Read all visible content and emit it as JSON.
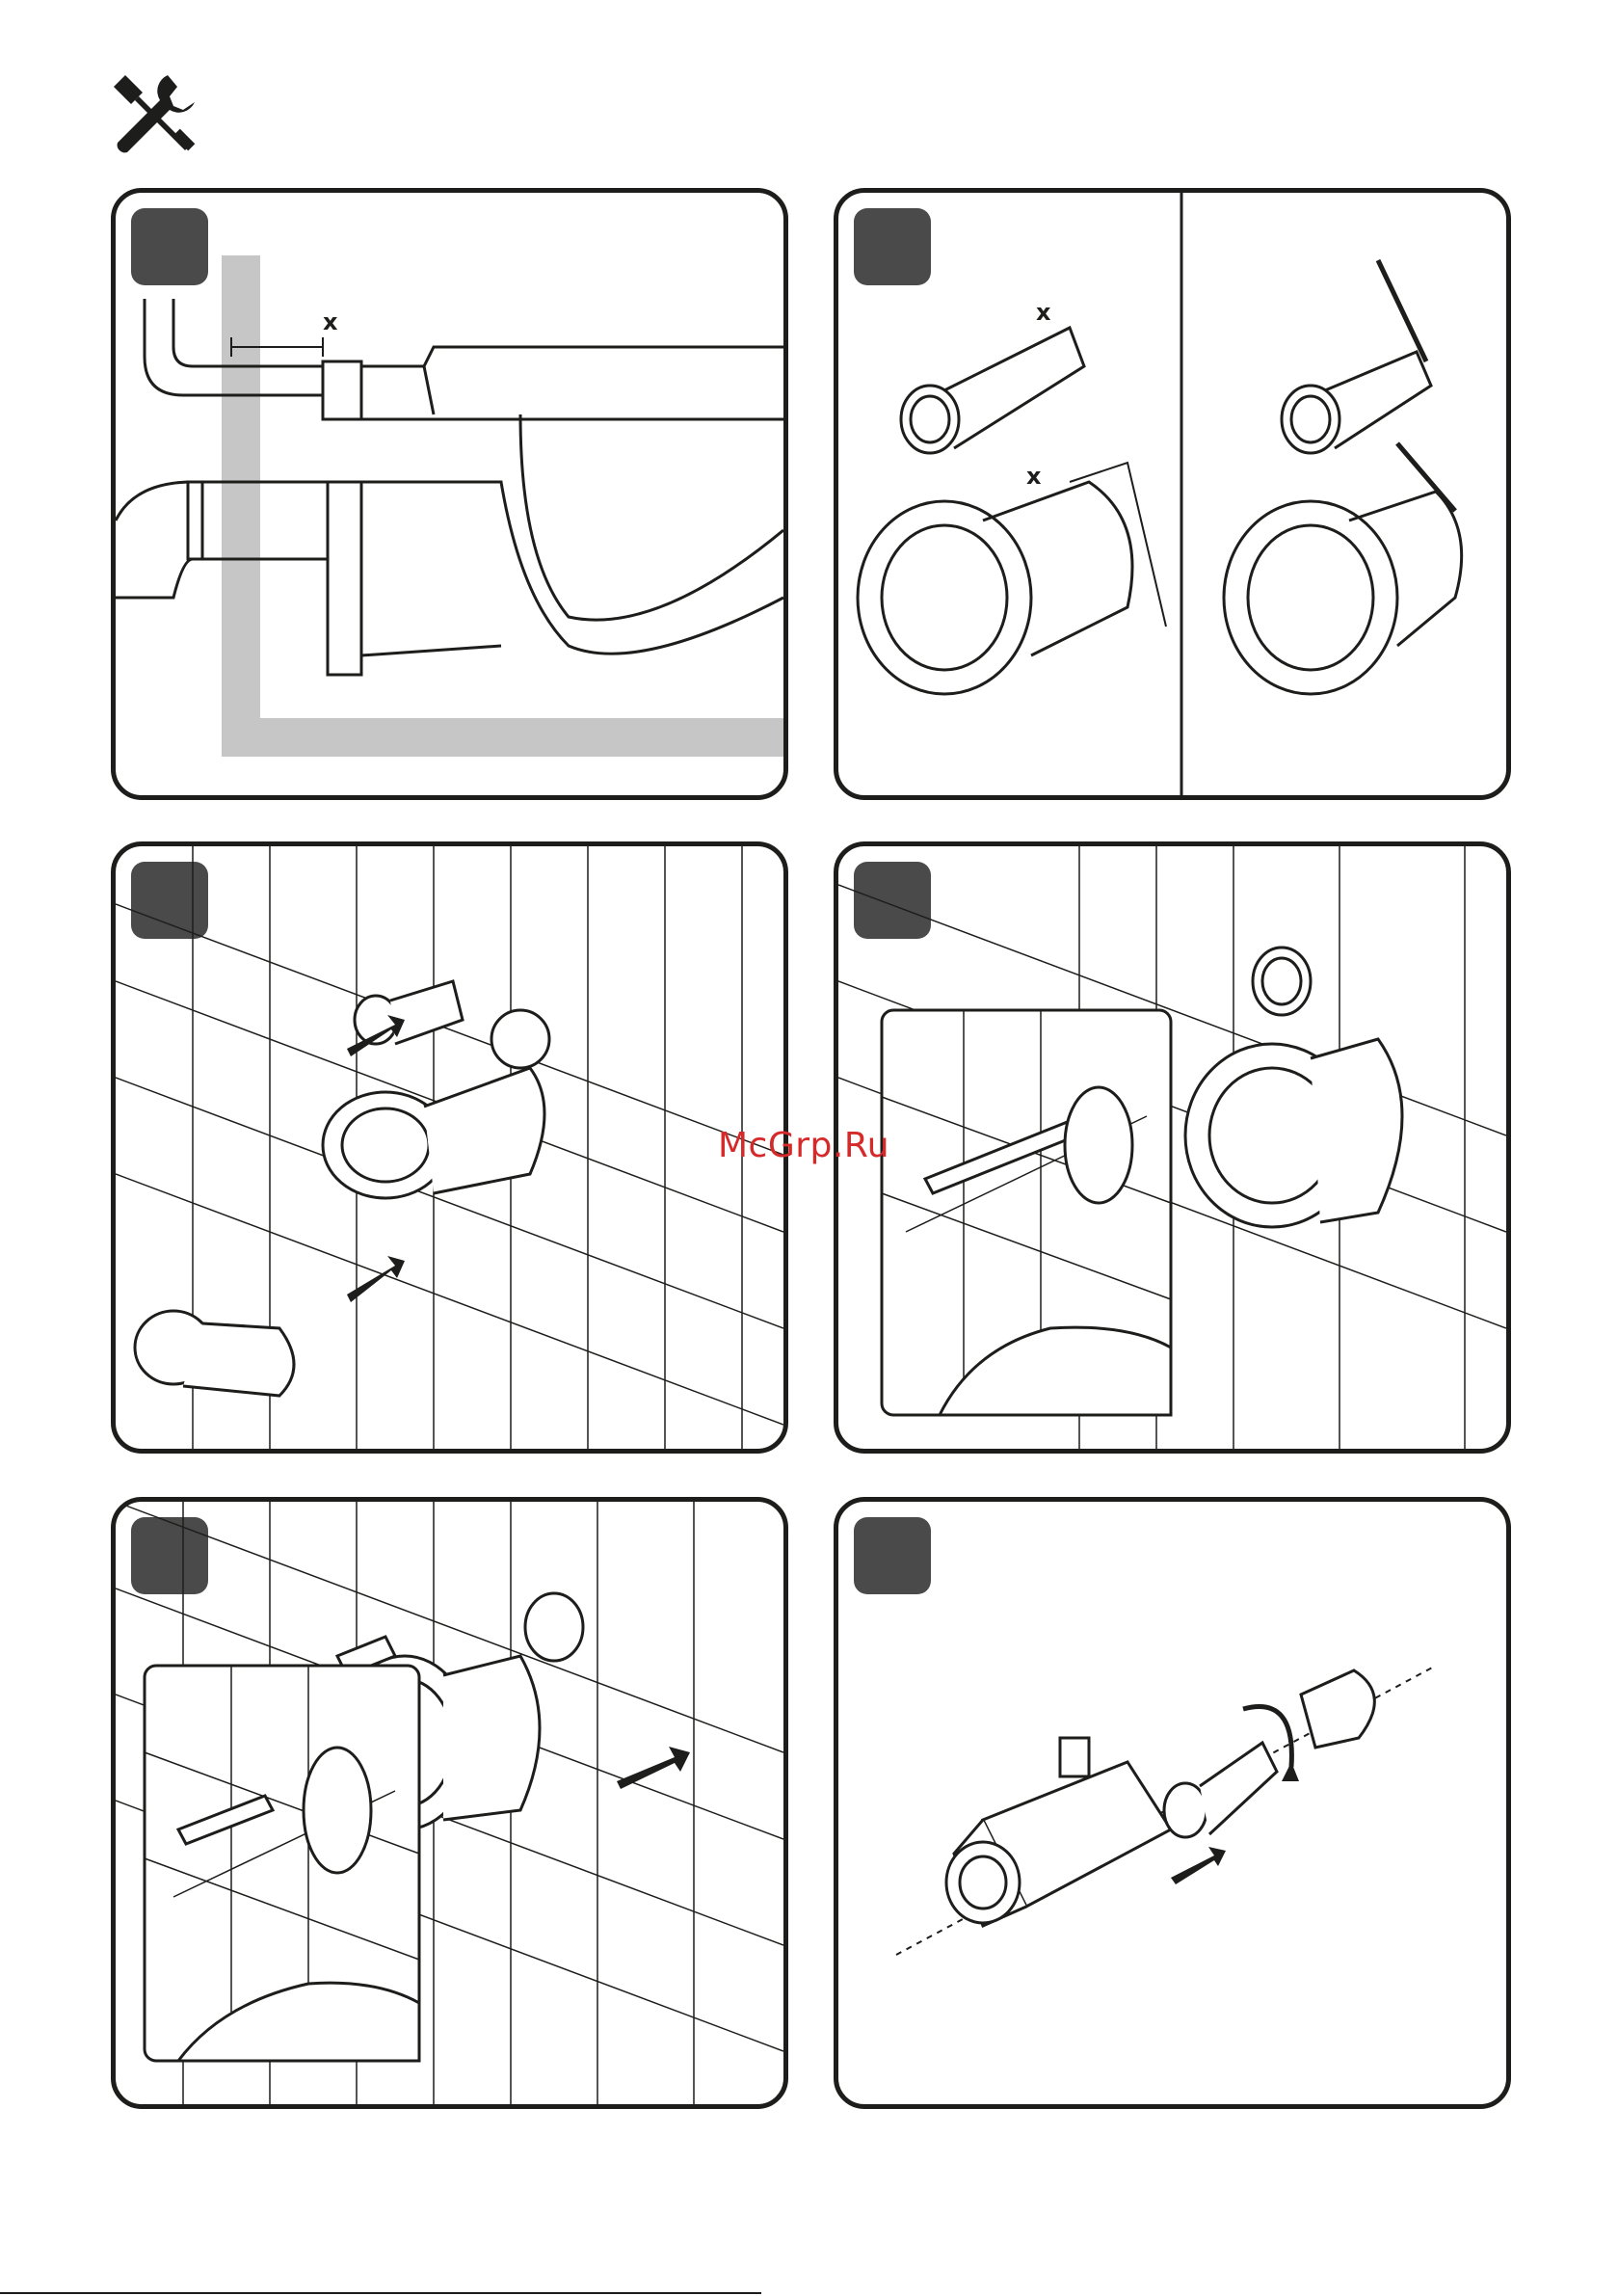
{
  "header": {
    "icon": "tools-icon"
  },
  "watermark": {
    "text": "McGrp.Ru"
  },
  "panels": [
    {
      "id": "step-1",
      "labels": {
        "dimension": "x"
      }
    },
    {
      "id": "step-2",
      "labels": {
        "dimension_top": "x",
        "dimension_bottom": "x"
      }
    },
    {
      "id": "step-3"
    },
    {
      "id": "step-4"
    },
    {
      "id": "step-5"
    },
    {
      "id": "step-6"
    }
  ],
  "colors": {
    "ink": "#1d1d1b",
    "step_badge": "#4a4a4a",
    "wall": "#c6c6c6",
    "watermark": "#d62a2a"
  }
}
